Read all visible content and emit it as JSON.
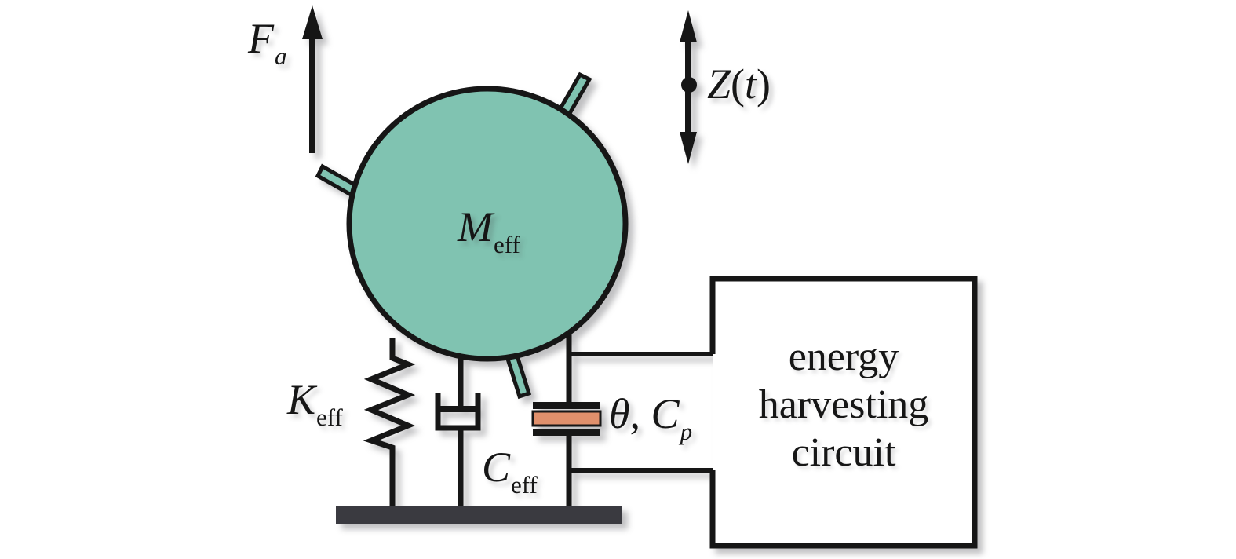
{
  "colors": {
    "mass_fill": "#80c3b1",
    "piezo_fill": "#e0906c",
    "ground_fill": "#3a3a40",
    "line": "#161616"
  },
  "labels": {
    "force": {
      "main": "F",
      "sub": "a"
    },
    "displacement": {
      "main": "Z",
      "open": "(",
      "arg": "t",
      "close": ")"
    },
    "mass": {
      "main": "M",
      "sub": "eff"
    },
    "stiffness": {
      "main": "K",
      "sub": "eff"
    },
    "damping": {
      "main": "C",
      "sub": "eff"
    },
    "piezo": {
      "theta": "θ",
      "sep": ", ",
      "main": "C",
      "sub": "p"
    }
  },
  "circuit_box": {
    "lines": [
      "energy",
      "harvesting",
      "circuit"
    ]
  }
}
